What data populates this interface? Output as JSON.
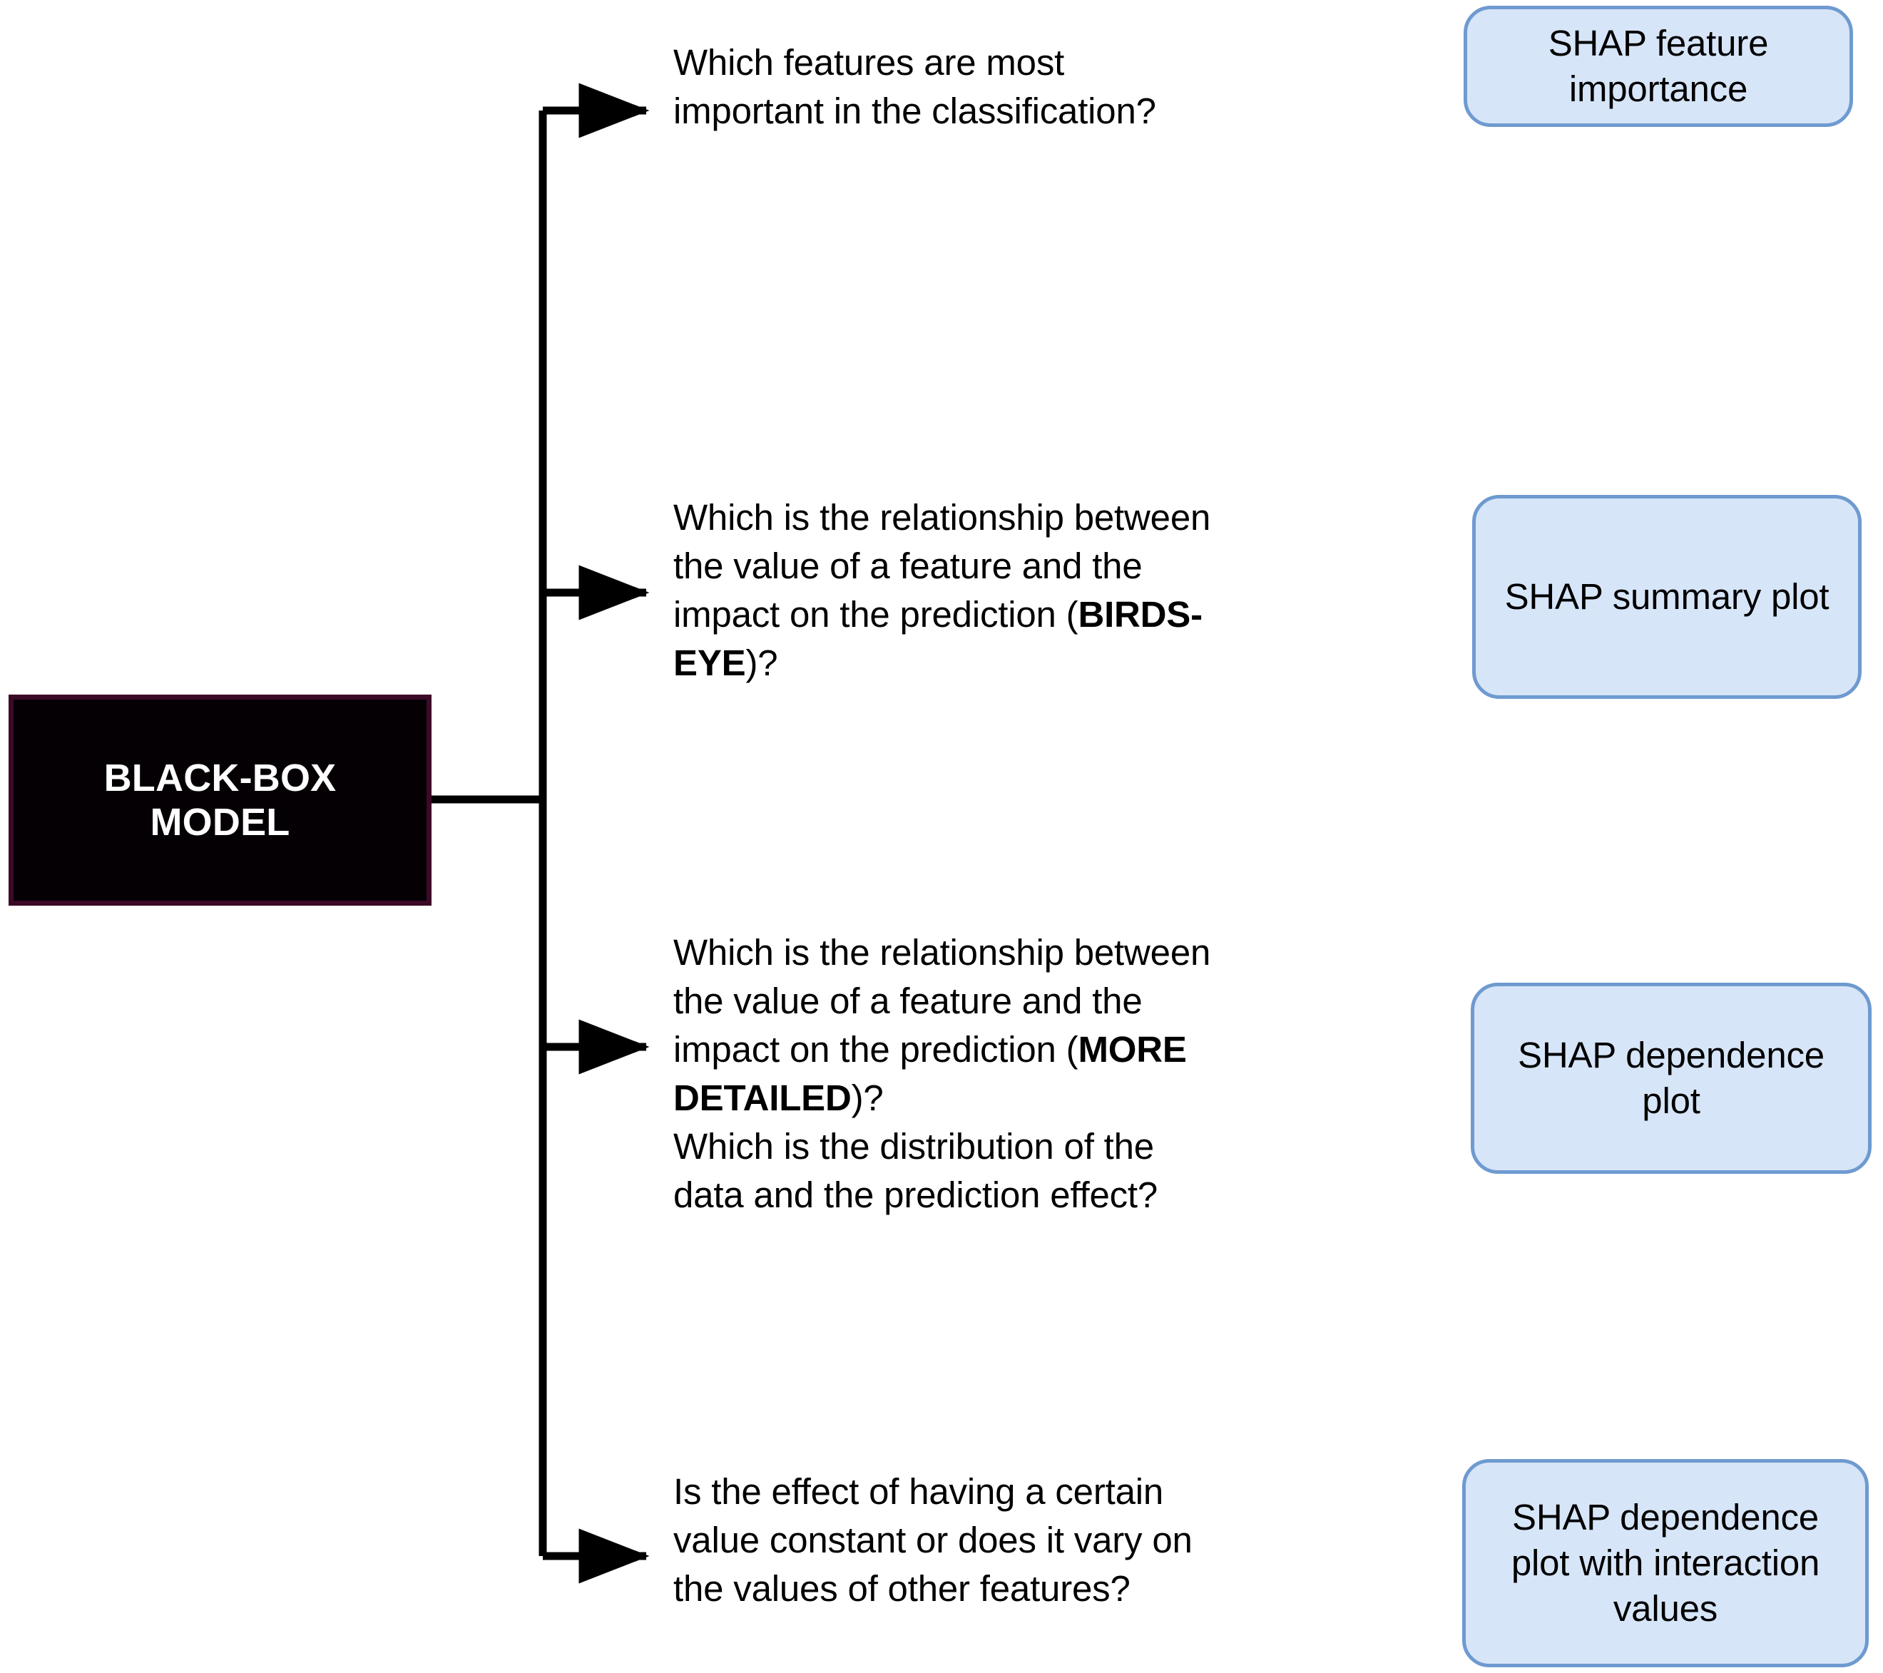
{
  "diagram": {
    "title": "Black-box model explainability question to SHAP plot mapping",
    "root": {
      "label": "BLACK-BOX\nMODEL",
      "text_color": "#ffffff",
      "fill_color": "#050004",
      "border_color": "#3c0a27"
    },
    "style": {
      "box_fill": "#d7e5f8",
      "box_border": "#6e9ad0",
      "connector_color": "#000000",
      "text_color": "#000000"
    },
    "branches": [
      {
        "id": "branch-1",
        "question_lines": [
          {
            "segments": [
              {
                "text": "Which features are most",
                "bold": false
              }
            ]
          },
          {
            "segments": [
              {
                "text": "important in the classification?",
                "bold": false
              }
            ]
          }
        ],
        "result": "SHAP feature importance"
      },
      {
        "id": "branch-2",
        "question_lines": [
          {
            "segments": [
              {
                "text": "Which is the relationship between",
                "bold": false
              }
            ]
          },
          {
            "segments": [
              {
                "text": "the value of a feature and the",
                "bold": false
              }
            ]
          },
          {
            "segments": [
              {
                "text": "impact on the prediction (",
                "bold": false
              },
              {
                "text": "BIRDS-",
                "bold": true
              }
            ]
          },
          {
            "segments": [
              {
                "text": "EYE",
                "bold": true
              },
              {
                "text": ")?",
                "bold": false
              }
            ]
          }
        ],
        "result": "SHAP summary plot"
      },
      {
        "id": "branch-3",
        "question_lines": [
          {
            "segments": [
              {
                "text": "Which is the relationship between",
                "bold": false
              }
            ]
          },
          {
            "segments": [
              {
                "text": "the value of a feature and the",
                "bold": false
              }
            ]
          },
          {
            "segments": [
              {
                "text": "impact on the prediction (",
                "bold": false
              },
              {
                "text": "MORE",
                "bold": true
              }
            ]
          },
          {
            "segments": [
              {
                "text": "DETAILED",
                "bold": true
              },
              {
                "text": ")?",
                "bold": false
              }
            ]
          },
          {
            "segments": [
              {
                "text": "Which is the distribution of the",
                "bold": false
              }
            ]
          },
          {
            "segments": [
              {
                "text": "data and the prediction effect?",
                "bold": false
              }
            ]
          }
        ],
        "result": "SHAP dependence plot"
      },
      {
        "id": "branch-4",
        "question_lines": [
          {
            "segments": [
              {
                "text": "Is the effect of having a certain",
                "bold": false
              }
            ]
          },
          {
            "segments": [
              {
                "text": "value constant or does it vary on",
                "bold": false
              }
            ]
          },
          {
            "segments": [
              {
                "text": "the values of other features?",
                "bold": false
              }
            ]
          }
        ],
        "result": "SHAP dependence plot with interaction values"
      }
    ]
  }
}
